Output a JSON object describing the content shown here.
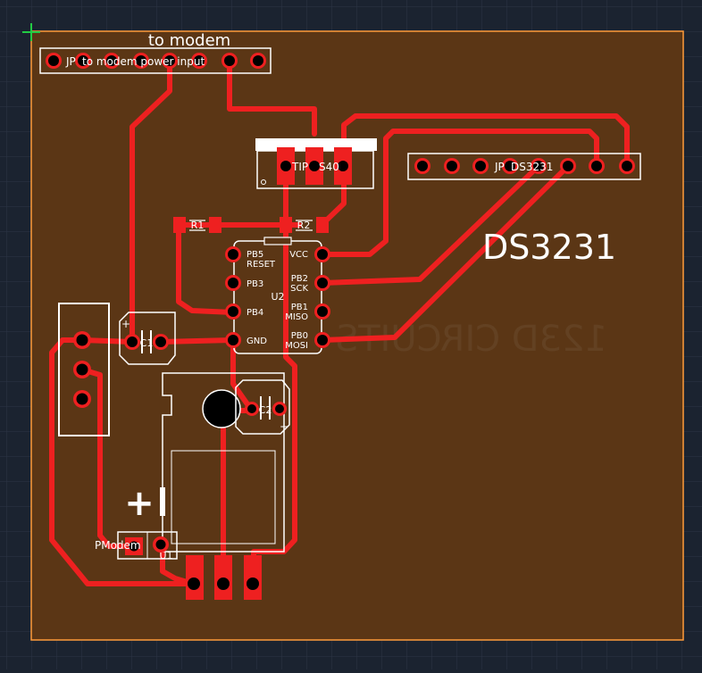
{
  "colors": {
    "background": "#1b2330",
    "grid": "#2c3646",
    "board": "#5b3615",
    "board_outline": "#ff9b3a",
    "trace": "#ee2020",
    "pad": "#ee2020",
    "drill": "#000000",
    "silk": "#ffffff",
    "mirror_text": "#6a4a2e",
    "origin_marker": "#22cc44"
  },
  "labels": {
    "modem_header_title": "to modem",
    "modem_header_ref": "JP",
    "modem_header_value": "to modem power input",
    "regulator_ref": "TIP",
    "regulator_value": "S40",
    "rtc_header_ref": "JP",
    "rtc_header_value": "DS3231",
    "rtc_big_label": "DS3231",
    "r1": "R1",
    "r2": "R2",
    "c1": "C1",
    "c2": "C2",
    "u1": "U1",
    "u2": "U2",
    "pmodem": "PModem",
    "plus_sign": "+",
    "cap_plus": "+",
    "mirrored_text": "123D CIRCUITS"
  },
  "ic_pins": {
    "left": [
      "PB5",
      "RESET",
      "PB3",
      "PB4",
      "GND"
    ],
    "right": [
      "VCC",
      "PB2",
      "SCK",
      "PB1",
      "MISO",
      "PB0",
      "MOSI"
    ]
  },
  "icons": [
    "origin-crosshair-icon"
  ]
}
